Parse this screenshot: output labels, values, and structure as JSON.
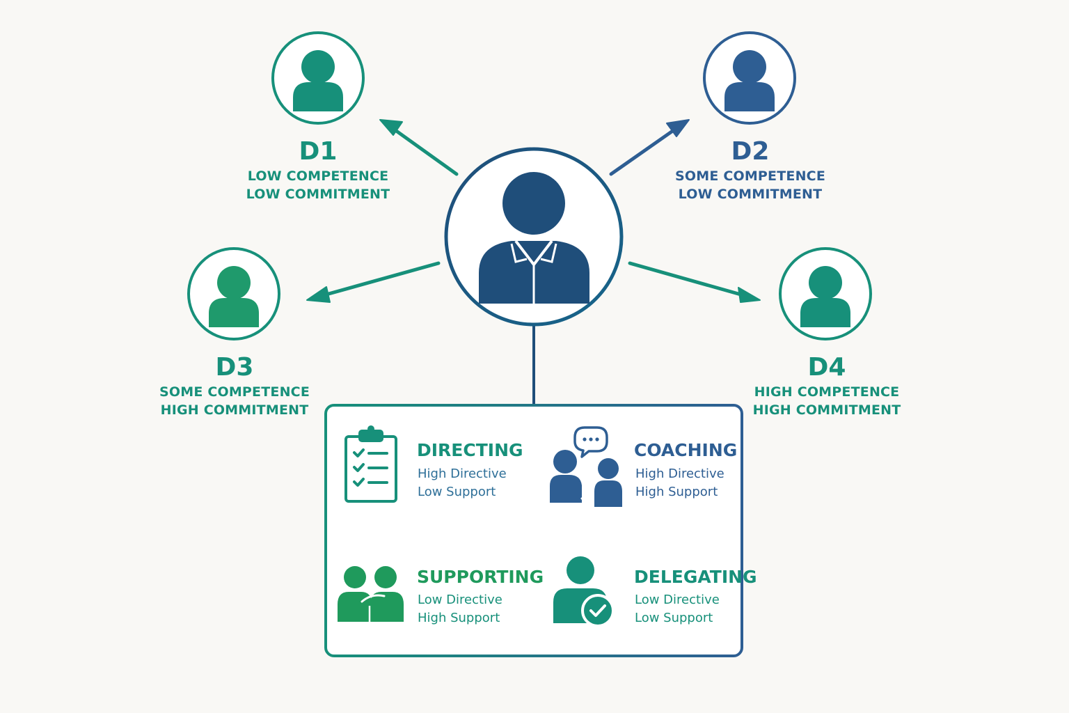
{
  "colors": {
    "background": "#f9f8f5",
    "teal": "#17907a",
    "green": "#1f9a5c",
    "blue": "#2e5e93",
    "navy": "#1f4e7a"
  },
  "center": {
    "icon": "leader-person-icon"
  },
  "development_levels": [
    {
      "code": "D1",
      "line1": "LOW COMPETENCE",
      "line2": "LOW COMMITMENT",
      "icon": "person-icon"
    },
    {
      "code": "D2",
      "line1": "SOME COMPETENCE",
      "line2": "LOW COMMITMENT",
      "icon": "person-icon"
    },
    {
      "code": "D3",
      "line1": "SOME COMPETENCE",
      "line2": "HIGH COMMITMENT",
      "icon": "person-icon"
    },
    {
      "code": "D4",
      "line1": "HIGH COMPETENCE",
      "line2": "HIGH COMMITMENT",
      "icon": "person-icon"
    }
  ],
  "leadership_styles": [
    {
      "title": "DIRECTING",
      "line1": "High Directive",
      "line2": "Low Support",
      "icon": "clipboard-checklist-icon"
    },
    {
      "title": "COACHING",
      "line1": "High Directive",
      "line2": "High Support",
      "icon": "coaching-conversation-icon"
    },
    {
      "title": "SUPPORTING",
      "line1": "Low Directive",
      "line2": "High Support",
      "icon": "supporting-people-icon"
    },
    {
      "title": "DELEGATING",
      "line1": "Low Directive",
      "line2": "Low Support",
      "icon": "delegating-person-check-icon"
    }
  ]
}
